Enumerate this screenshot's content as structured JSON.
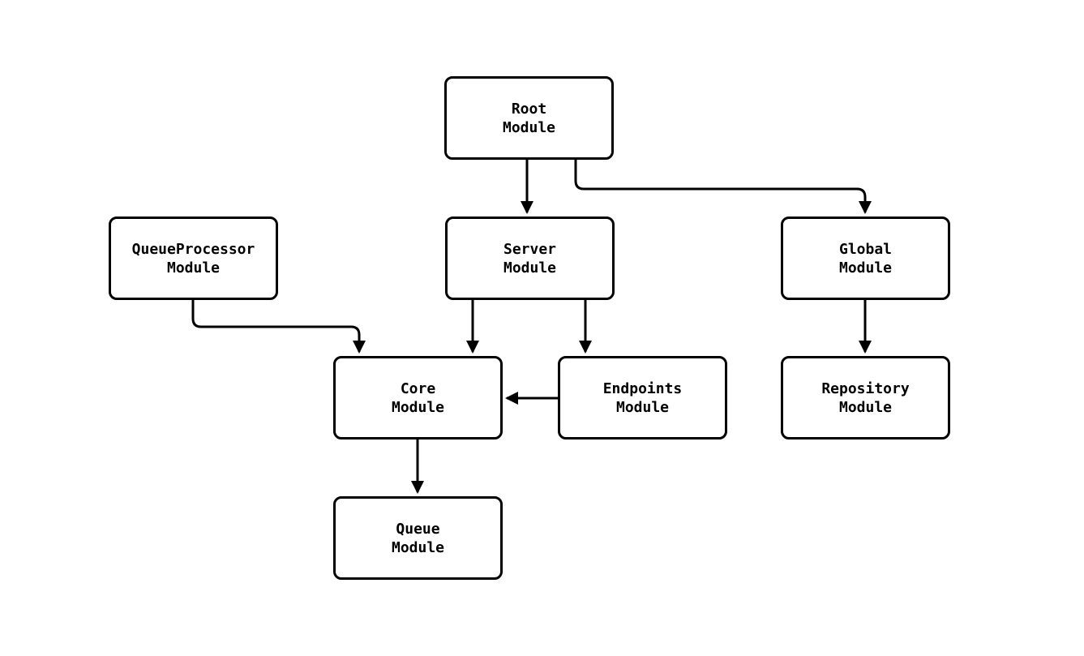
{
  "diagram": {
    "type": "module-dependency-flowchart",
    "background_color": "#ffffff",
    "line_color": "#000000",
    "nodes": [
      {
        "id": "root",
        "line1": "Root",
        "line2": "Module"
      },
      {
        "id": "queueprocessor",
        "line1": "QueueProcessor",
        "line2": "Module"
      },
      {
        "id": "server",
        "line1": "Server",
        "line2": "Module"
      },
      {
        "id": "global",
        "line1": "Global",
        "line2": "Module"
      },
      {
        "id": "core",
        "line1": "Core",
        "line2": "Module"
      },
      {
        "id": "endpoints",
        "line1": "Endpoints",
        "line2": "Module"
      },
      {
        "id": "repository",
        "line1": "Repository",
        "line2": "Module"
      },
      {
        "id": "queue",
        "line1": "Queue",
        "line2": "Module"
      }
    ],
    "edges": [
      {
        "from": "Root Module",
        "to": "Server Module"
      },
      {
        "from": "Root Module",
        "to": "Global Module"
      },
      {
        "from": "QueueProcessor Module",
        "to": "Core Module"
      },
      {
        "from": "Server Module",
        "to": "Core Module"
      },
      {
        "from": "Server Module",
        "to": "Endpoints Module"
      },
      {
        "from": "Endpoints Module",
        "to": "Core Module"
      },
      {
        "from": "Global Module",
        "to": "Repository Module"
      },
      {
        "from": "Core Module",
        "to": "Queue Module"
      }
    ]
  }
}
